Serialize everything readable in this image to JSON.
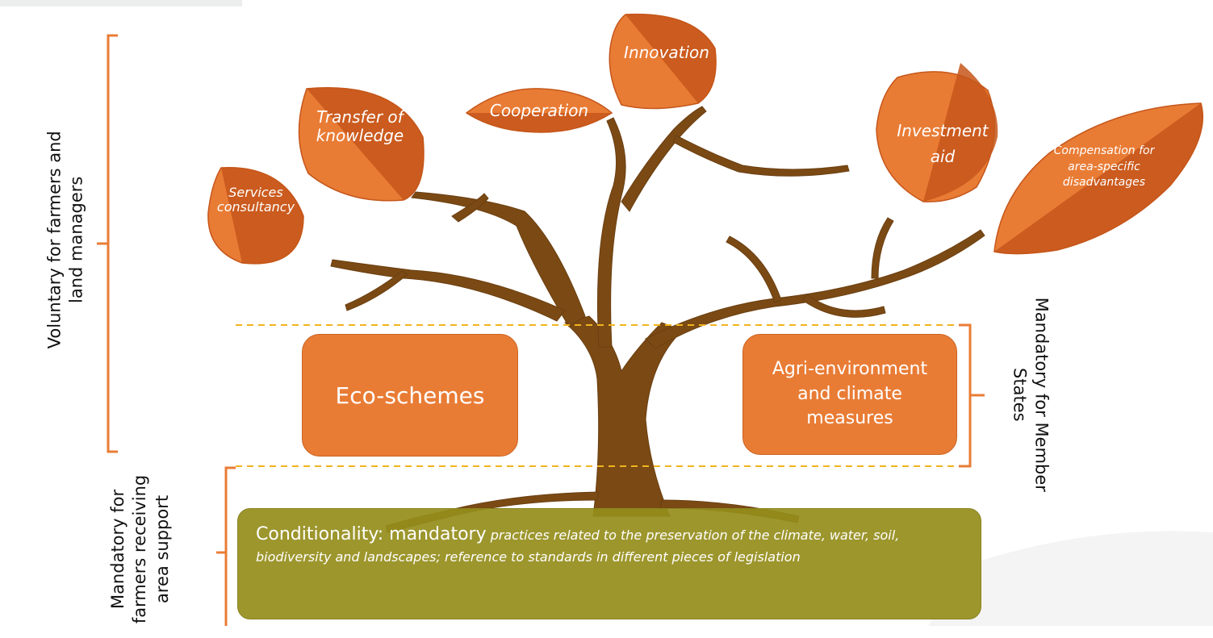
{
  "leaves": {
    "services_consultancy": "Services consultancy",
    "transfer_of_knowledge": "Transfer of knowledge",
    "cooperation": "Cooperation",
    "innovation": "Innovation",
    "investment_aid": "Investment aid",
    "compensation": "Compensation for area-specific disadvantages"
  },
  "boxes": {
    "eco_schemes": "Eco-schemes",
    "agri_environment": "Agri-environment and climate measures"
  },
  "side_labels": {
    "voluntary": "Voluntary for farmers and land managers",
    "mandatory_member_states": "Mandatory for Member States",
    "mandatory_farmers": "Mandatory for farmers receiving area support"
  },
  "conditionality": {
    "title": "Conditionality: mandatory",
    "description": "practices related to the preservation of the climate, water, soil, biodiversity and landscapes; reference to standards in different pieces of legislation"
  },
  "colors": {
    "leaf_light": "#e97c35",
    "leaf_dark": "#c5561a",
    "tree": "#7b4a14",
    "bracket": "#e97c35",
    "dashed_line": "#f0b41e",
    "conditionality_bg": "#958d1b"
  }
}
